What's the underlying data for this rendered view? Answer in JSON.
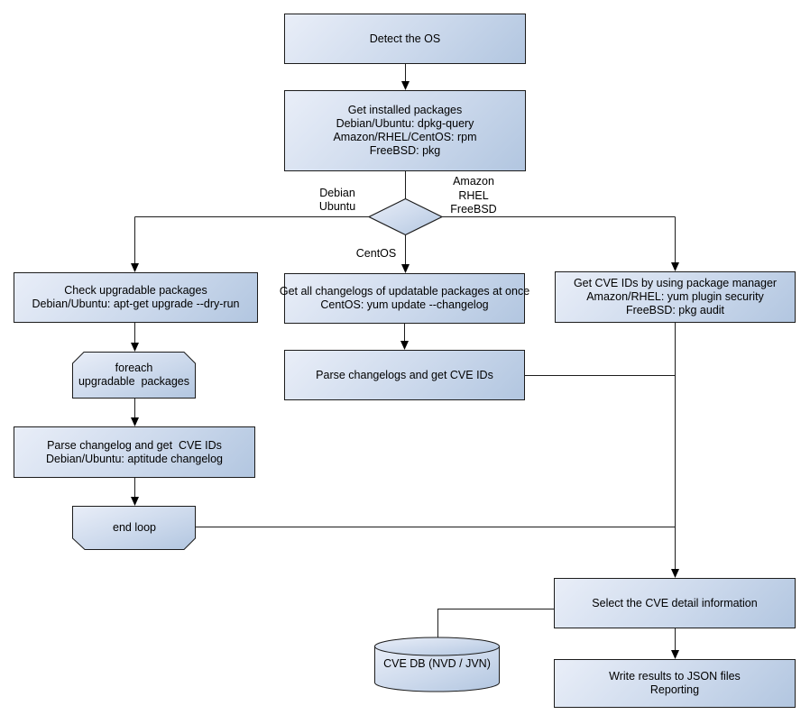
{
  "canvas": {
    "background": "#ffffff",
    "node_fill_light": "#e9eef8",
    "node_fill_dark": "#b2c6e0",
    "node_border": "#1c1c1c",
    "connector_color": "#1c1c1c",
    "text_color": "#000000"
  },
  "nodes": {
    "detect_os": {
      "label": "Detect the OS"
    },
    "get_installed_packages": {
      "lines": [
        "Get installed packages",
        "Debian/Ubuntu: dpkg-query",
        "Amazon/RHEL/CentOS: rpm",
        "FreeBSD: pkg"
      ]
    },
    "check_upgradable_packages": {
      "lines": [
        "Check upgradable packages",
        "Debian/Ubuntu: apt-get upgrade --dry-run"
      ]
    },
    "foreach_loop_start": {
      "lines": [
        "foreach",
        "upgradable  packages"
      ]
    },
    "parse_changelog_deb": {
      "lines": [
        "Parse changelog and get  CVE IDs",
        "Debian/Ubuntu: aptitude changelog"
      ]
    },
    "end_loop": {
      "label": "end loop"
    },
    "get_all_changelogs": {
      "lines": [
        "Get all changelogs of updatable packages at once",
        "CentOS: yum update --changelog"
      ]
    },
    "parse_changelogs_centos": {
      "label": "Parse changelogs and get CVE IDs"
    },
    "get_cve_ids_pkg_mgr": {
      "lines": [
        "Get CVE IDs by using package manager",
        "Amazon/RHEL: yum plugin security",
        "FreeBSD: pkg audit"
      ]
    },
    "select_cve_detail": {
      "label": "Select the CVE detail information"
    },
    "write_results": {
      "lines": [
        "Write results to JSON files",
        "Reporting"
      ]
    },
    "cve_db": {
      "label": "CVE DB (NVD / JVN)"
    }
  },
  "edge_labels": {
    "debian_ubuntu": {
      "lines": [
        "Debian",
        "Ubuntu"
      ]
    },
    "amazon_rhel_freebsd": {
      "lines": [
        "Amazon",
        "RHEL",
        "FreeBSD"
      ]
    },
    "centos": {
      "label": "CentOS"
    }
  }
}
